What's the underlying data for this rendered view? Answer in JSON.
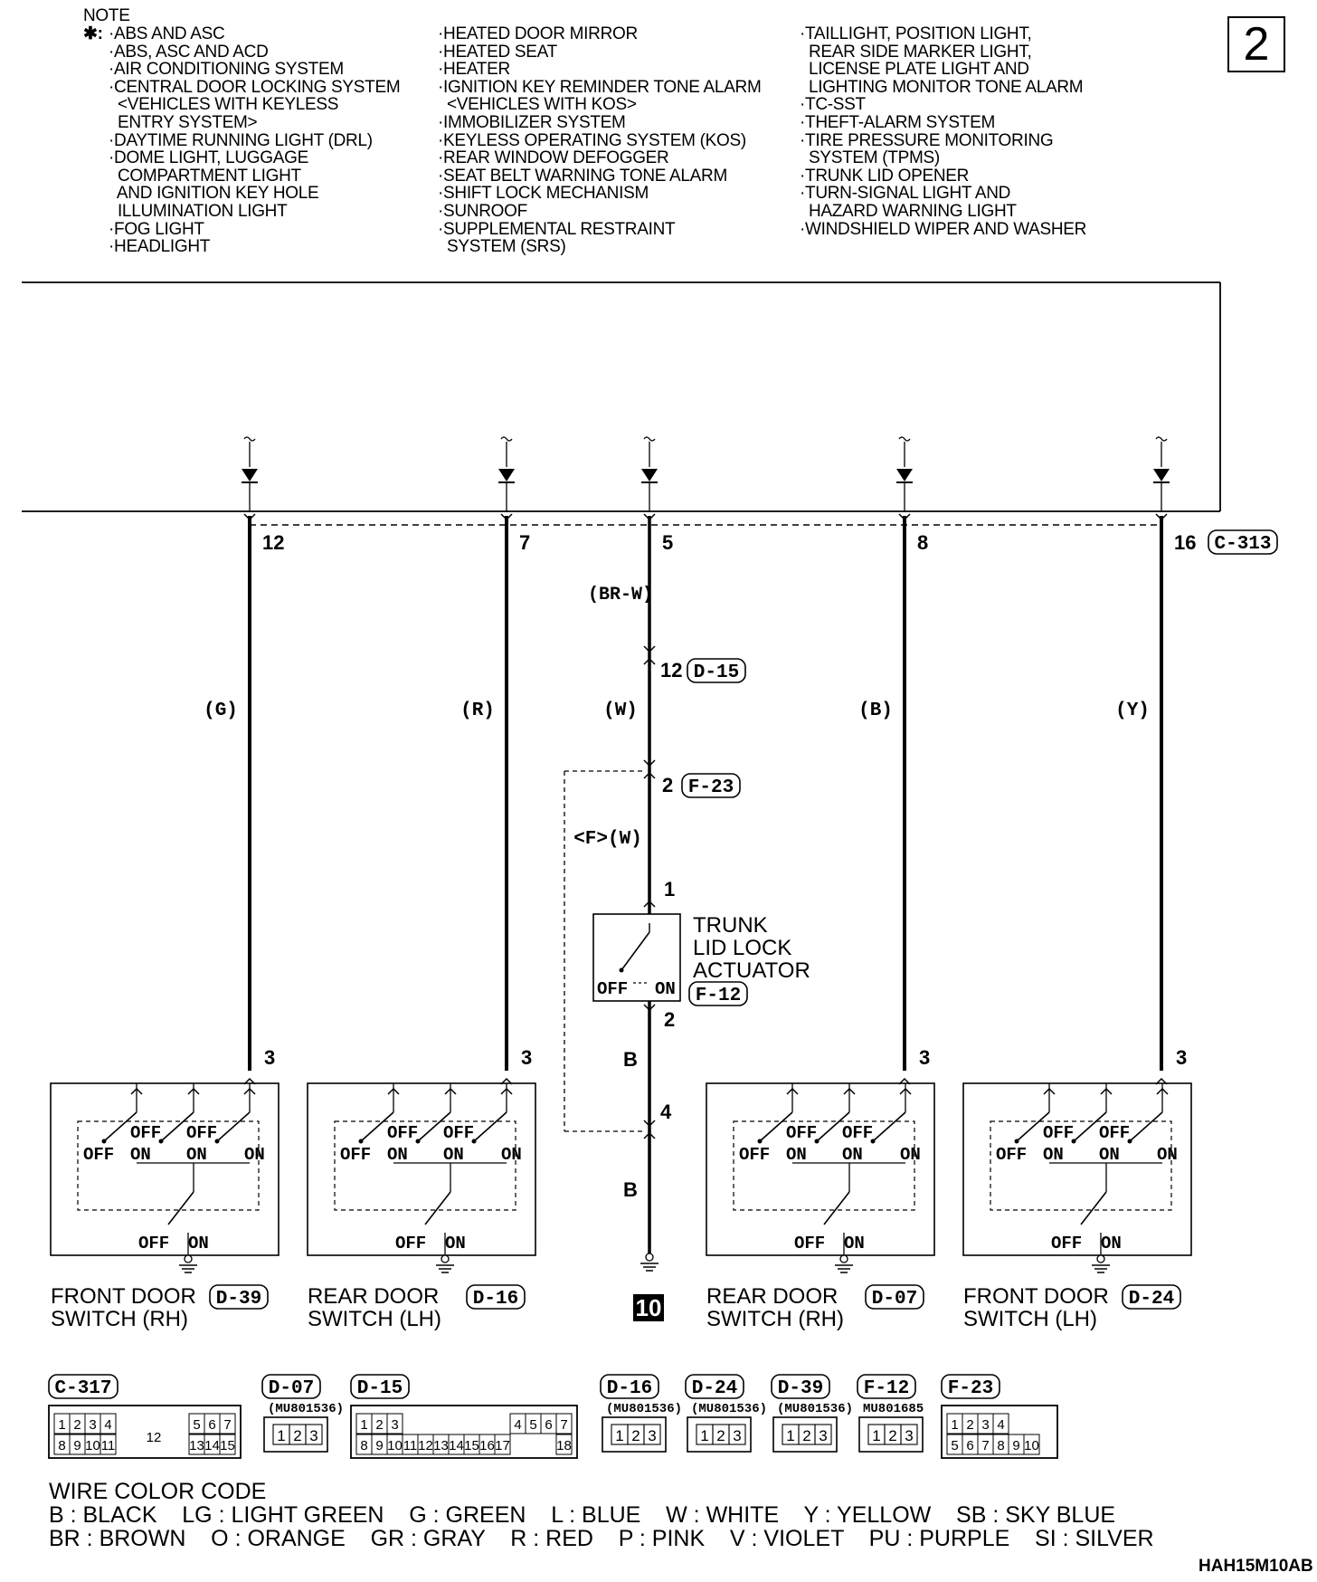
{
  "page_number": "2",
  "note": {
    "title": "NOTE",
    "marker": "✱:",
    "col1": [
      "·ABS AND ASC",
      "·ABS, ASC AND ACD",
      "·AIR CONDITIONING SYSTEM",
      "·CENTRAL DOOR LOCKING SYSTEM",
      "  <VEHICLES WITH KEYLESS",
      "  ENTRY SYSTEM>",
      "·DAYTIME RUNNING LIGHT (DRL)",
      "·DOME LIGHT, LUGGAGE",
      "  COMPARTMENT LIGHT",
      "  AND IGNITION KEY HOLE",
      "  ILLUMINATION LIGHT",
      "·FOG LIGHT",
      "·HEADLIGHT"
    ],
    "col2": [
      "·HEATED DOOR MIRROR",
      "·HEATED SEAT",
      "·HEATER",
      "·IGNITION KEY REMINDER TONE ALARM",
      "  <VEHICLES WITH KOS>",
      "·IMMOBILIZER SYSTEM",
      "·KEYLESS OPERATING SYSTEM (KOS)",
      "·REAR WINDOW DEFOGGER",
      "·SEAT BELT WARNING TONE ALARM",
      "·SHIFT LOCK MECHANISM",
      "·SUNROOF",
      "·SUPPLEMENTAL RESTRAINT",
      "  SYSTEM (SRS)"
    ],
    "col3": [
      "·TAILLIGHT, POSITION LIGHT,",
      "  REAR SIDE MARKER LIGHT,",
      "  LICENSE PLATE LIGHT AND",
      "  LIGHTING MONITOR TONE ALARM",
      "·TC-SST",
      "·THEFT-ALARM SYSTEM",
      "·TIRE PRESSURE MONITORING",
      "  SYSTEM (TPMS)",
      "·TRUNK LID OPENER",
      "·TURN-SIGNAL LIGHT AND",
      "  HAZARD WARNING LIGHT",
      "·WINDSHIELD WIPER AND WASHER"
    ]
  },
  "top_connector": "C-313",
  "circuits": [
    {
      "pin": "12",
      "wire": "(G)",
      "sw_pin": "3",
      "name1": "FRONT DOOR",
      "name2": "SWITCH (RH)",
      "conn": "D-39"
    },
    {
      "pin": "7",
      "wire": "(R)",
      "sw_pin": "3",
      "name1": "REAR DOOR",
      "name2": "SWITCH (LH)",
      "conn": "D-16"
    },
    {
      "pin": "8",
      "wire": "(B)",
      "sw_pin": "3",
      "name1": "REAR DOOR",
      "name2": "SWITCH (RH)",
      "conn": "D-07"
    },
    {
      "pin": "16",
      "wire": "(Y)",
      "sw_pin": "3",
      "name1": "FRONT DOOR",
      "name2": "SWITCH (LH)",
      "conn": "D-24"
    }
  ],
  "switch_states": {
    "off": "OFF",
    "on": "ON"
  },
  "center": {
    "pin": "5",
    "wire_top": "(BR-W)",
    "d15_pin": "12",
    "d15": "D-15",
    "wire_mid": "(W)",
    "f23_pin": "2",
    "f23": "F-23",
    "variant": "<F>(W)",
    "act_pin1": "1",
    "act_name": [
      "TRUNK",
      "LID LOCK",
      "ACTUATOR"
    ],
    "act_conn": "F-12",
    "act_pin2": "2",
    "wire_b1": "B",
    "j_pin": "4",
    "wire_b2": "B",
    "ground": "10"
  },
  "connectors": [
    {
      "id": "C-317",
      "part": "",
      "rows": [
        [
          "1",
          "2",
          "3",
          "4"
        ],
        [
          "8",
          "9",
          "10",
          "11"
        ]
      ],
      "mid": "12",
      "rows2": [
        [
          "5",
          "6",
          "7"
        ],
        [
          "13",
          "14",
          "15"
        ]
      ]
    },
    {
      "id": "D-07",
      "part": "(MU801536)",
      "cells": [
        "1",
        "2",
        "3"
      ]
    },
    {
      "id": "D-15",
      "part": "",
      "rows": [
        [
          "1",
          "2",
          "3"
        ],
        [
          "8",
          "9",
          "10",
          "11",
          "12",
          "13",
          "14",
          "15",
          "16",
          "17"
        ]
      ],
      "rows2": [
        [
          "4",
          "5",
          "6",
          "7"
        ],
        [
          "18"
        ]
      ]
    },
    {
      "id": "D-16",
      "part": "(MU801536)",
      "cells": [
        "1",
        "2",
        "3"
      ]
    },
    {
      "id": "D-24",
      "part": "(MU801536)",
      "cells": [
        "1",
        "2",
        "3"
      ]
    },
    {
      "id": "D-39",
      "part": "(MU801536)",
      "cells": [
        "1",
        "2",
        "3"
      ]
    },
    {
      "id": "F-12",
      "part": "MU801685",
      "cells": [
        "1",
        "2",
        "3"
      ]
    },
    {
      "id": "F-23",
      "part": "",
      "rows": [
        [
          "1",
          "2",
          "3",
          "4"
        ],
        [
          "5",
          "6",
          "7",
          "8",
          "9",
          "10"
        ]
      ]
    }
  ],
  "wire_color_code": {
    "title": "WIRE COLOR CODE",
    "line1": "B : BLACK    LG : LIGHT GREEN    G : GREEN    L : BLUE    W : WHITE    Y : YELLOW    SB : SKY BLUE",
    "line2": "BR : BROWN    O : ORANGE    GR : GRAY    R : RED    P : PINK    V : VIOLET    PU : PURPLE    SI : SILVER"
  },
  "doc_id": "HAH15M10AB"
}
